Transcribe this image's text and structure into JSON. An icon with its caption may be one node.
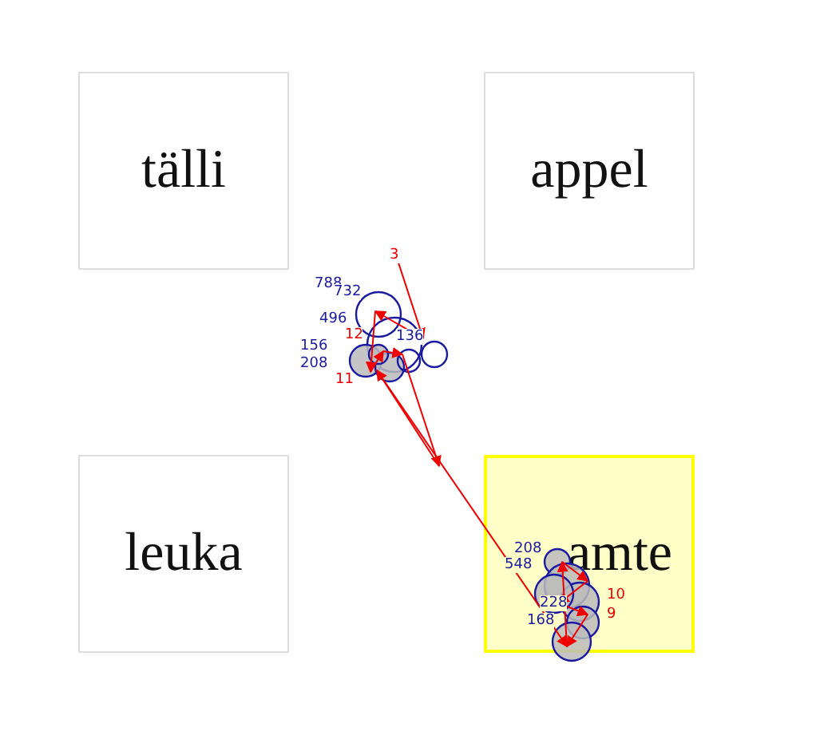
{
  "diagram": {
    "nodes": [
      {
        "text": [
          "tälli"
        ]
      },
      {
        "text": [
          "appel"
        ]
      },
      {
        "text": [
          "leuka"
        ]
      },
      {
        "text": [
          "amte"
        ]
      }
    ],
    "labels": [
      "3",
      "788",
      "732",
      "496",
      "136",
      "12",
      "156",
      "208",
      "11",
      "208",
      "548",
      "10",
      "9",
      "228",
      "168"
    ]
  }
}
